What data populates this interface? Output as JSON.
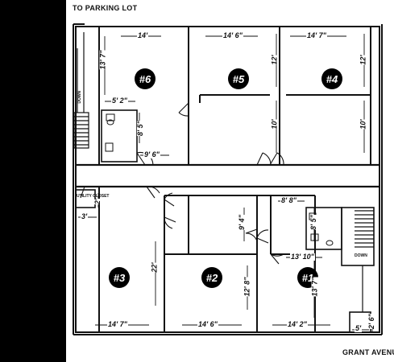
{
  "labels": {
    "parking": "TO PARKING LOT",
    "street": "GRANT AVENUE",
    "utility": "UTILITY CLOSET",
    "down_left": "DOWN",
    "down_right": "DOWN"
  },
  "units": {
    "u1": "#1",
    "u2": "#2",
    "u3": "#3",
    "u4": "#4",
    "u5": "#5",
    "u6": "#6"
  },
  "dims": {
    "u6_width": "14'",
    "u6_depth": "13' 7\"",
    "u6_bath_w": "5' 2\"",
    "u6_bath_d": "8' 5\"",
    "u6_bath_bottom": "9' 6\"",
    "u5_width": "14' 6\"",
    "u5_depth": "12'",
    "u5_rear": "10'",
    "u4_width": "14' 7\"",
    "u4_depth": "12'",
    "u4_rear": "10'",
    "utility_w": "3'",
    "utility_d": "2'",
    "mid_room": "9' 4\"",
    "bath1_w": "8' 8\"",
    "bath1_d": "8' 5\"",
    "u3_depth": "22'",
    "u3_width": "14' 7\"",
    "u2_depth": "12' 8\"",
    "u2_width": "14' 6\"",
    "u1_width_top": "13' 10\"",
    "u1_depth": "13' 7\"",
    "u1_width": "14' 2\"",
    "vest_w": "5'",
    "vest_d": "2' 6\""
  }
}
